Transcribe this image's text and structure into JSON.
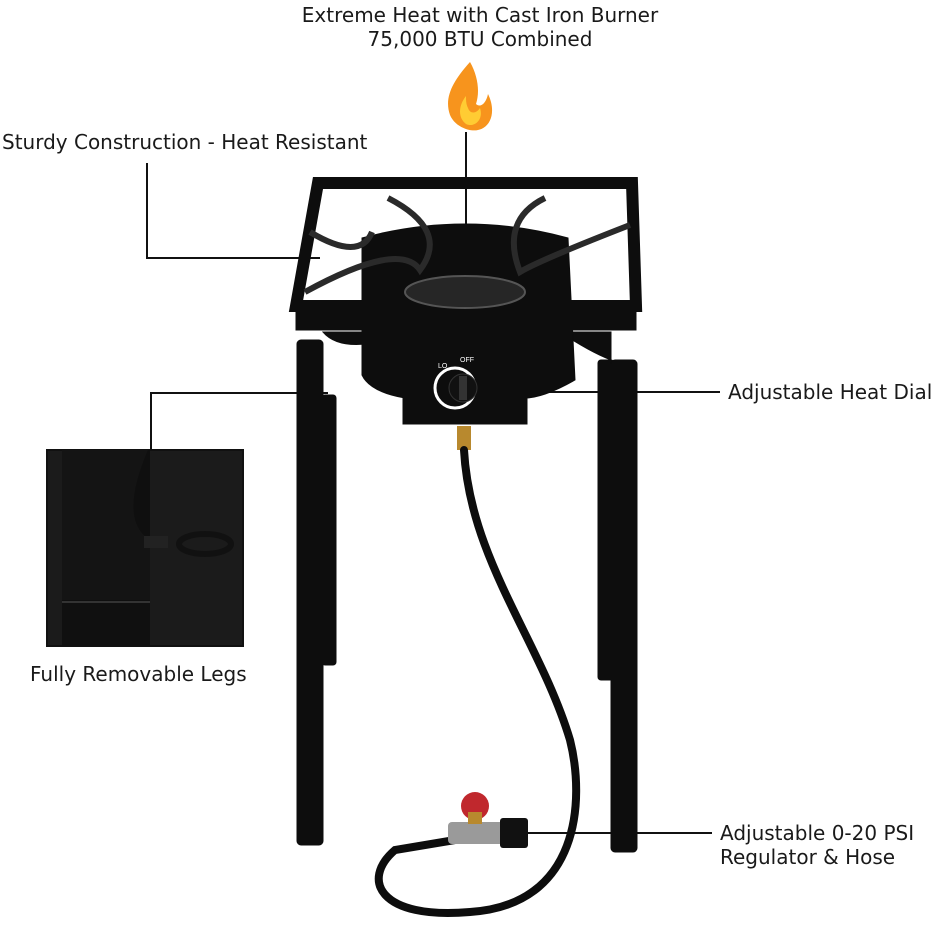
{
  "callouts": {
    "burner": {
      "line1": "Extreme Heat with Cast Iron Burner",
      "line2": "75,000 BTU Combined"
    },
    "construction": "Sturdy Construction - Heat Resistant",
    "dial": "Adjustable Heat Dial",
    "legs": "Fully Removable Legs",
    "regulator": {
      "line1": "Adjustable 0-20 PSI",
      "line2": "Regulator & Hose"
    }
  },
  "knob_markings": {
    "lo": "LO",
    "off": "OFF"
  },
  "icons": [
    "flame-icon"
  ],
  "colors": {
    "flame_outer": "#f7941d",
    "flame_inner": "#ffcc33",
    "regulator_knob": "#c0282d",
    "stove_body": "#0d0d0d",
    "brass_fitting": "#b8892e"
  }
}
